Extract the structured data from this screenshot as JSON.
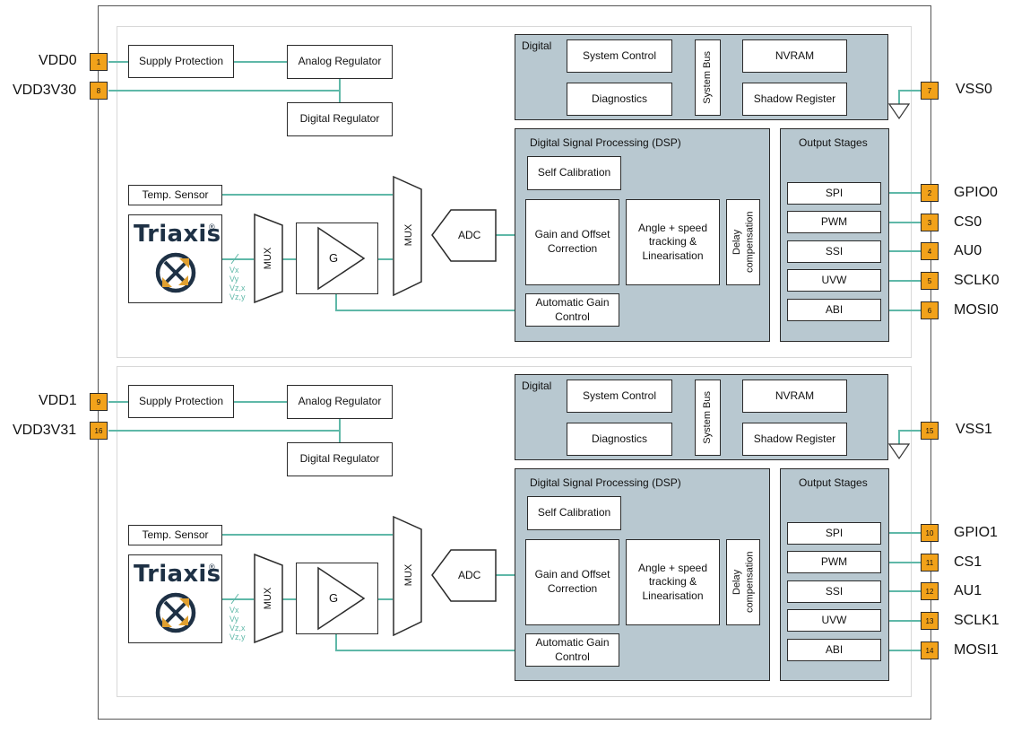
{
  "units": [
    {
      "pins_left": [
        {
          "num": "1",
          "name": "VDD0"
        },
        {
          "num": "8",
          "name": "VDD3V30"
        }
      ],
      "pin_vss": {
        "num": "7",
        "name": "VSS0"
      },
      "pins_right": [
        {
          "num": "2",
          "name": "GPIO0"
        },
        {
          "num": "3",
          "name": "CS0"
        },
        {
          "num": "4",
          "name": "AU0"
        },
        {
          "num": "5",
          "name": "SCLK0"
        },
        {
          "num": "6",
          "name": "MOSI0"
        }
      ],
      "supply_protection": "Supply Protection",
      "analog_regulator": "Analog Regulator",
      "digital_regulator": "Digital Regulator",
      "digital": {
        "title": "Digital",
        "system_control": "System Control",
        "diagnostics": "Diagnostics",
        "system_bus": "System Bus",
        "nvram": "NVRAM",
        "shadow_register": "Shadow Register"
      },
      "dsp": {
        "title": "Digital Signal Processing (DSP)",
        "self_calibration": "Self Calibration",
        "gain_offset": "Gain and Offset Correction",
        "angle_speed": "Angle + speed tracking & Linearisation",
        "delay": "Delay compensation",
        "agc": "Automatic Gain Control"
      },
      "output": {
        "title": "Output Stages",
        "stages": [
          "SPI",
          "PWM",
          "SSI",
          "UVW",
          "ABI"
        ]
      },
      "temp_sensor": "Temp. Sensor",
      "logo": "Triaxis",
      "logo_mark": "®",
      "mux1": "MUX",
      "mux2": "MUX",
      "gain": "G",
      "adc": "ADC",
      "signals": [
        "Vx",
        "Vy",
        "Vz,x",
        "Vz,y"
      ]
    },
    {
      "pins_left": [
        {
          "num": "9",
          "name": "VDD1"
        },
        {
          "num": "16",
          "name": "VDD3V31"
        }
      ],
      "pin_vss": {
        "num": "15",
        "name": "VSS1"
      },
      "pins_right": [
        {
          "num": "10",
          "name": "GPIO1"
        },
        {
          "num": "11",
          "name": "CS1"
        },
        {
          "num": "12",
          "name": "AU1"
        },
        {
          "num": "13",
          "name": "SCLK1"
        },
        {
          "num": "14",
          "name": "MOSI1"
        }
      ],
      "supply_protection": "Supply Protection",
      "analog_regulator": "Analog Regulator",
      "digital_regulator": "Digital Regulator",
      "digital": {
        "title": "Digital",
        "system_control": "System Control",
        "diagnostics": "Diagnostics",
        "system_bus": "System Bus",
        "nvram": "NVRAM",
        "shadow_register": "Shadow Register"
      },
      "dsp": {
        "title": "Digital Signal Processing (DSP)",
        "self_calibration": "Self Calibration",
        "gain_offset": "Gain and Offset Correction",
        "angle_speed": "Angle + speed tracking & Linearisation",
        "delay": "Delay compensation",
        "agc": "Automatic Gain Control"
      },
      "output": {
        "title": "Output Stages",
        "stages": [
          "SPI",
          "PWM",
          "SSI",
          "UVW",
          "ABI"
        ]
      },
      "temp_sensor": "Temp. Sensor",
      "logo": "Triaxis",
      "logo_mark": "®",
      "mux1": "MUX",
      "mux2": "MUX",
      "gain": "G",
      "adc": "ADC",
      "signals": [
        "Vx",
        "Vy",
        "Vz,x",
        "Vz,y"
      ]
    }
  ],
  "colors": {
    "wire": "#5fb8a8",
    "pin": "#f2a21a",
    "panel": "#b8c8d0",
    "logo_text": "#1e3145",
    "logo_arrow": "#e0a030"
  }
}
